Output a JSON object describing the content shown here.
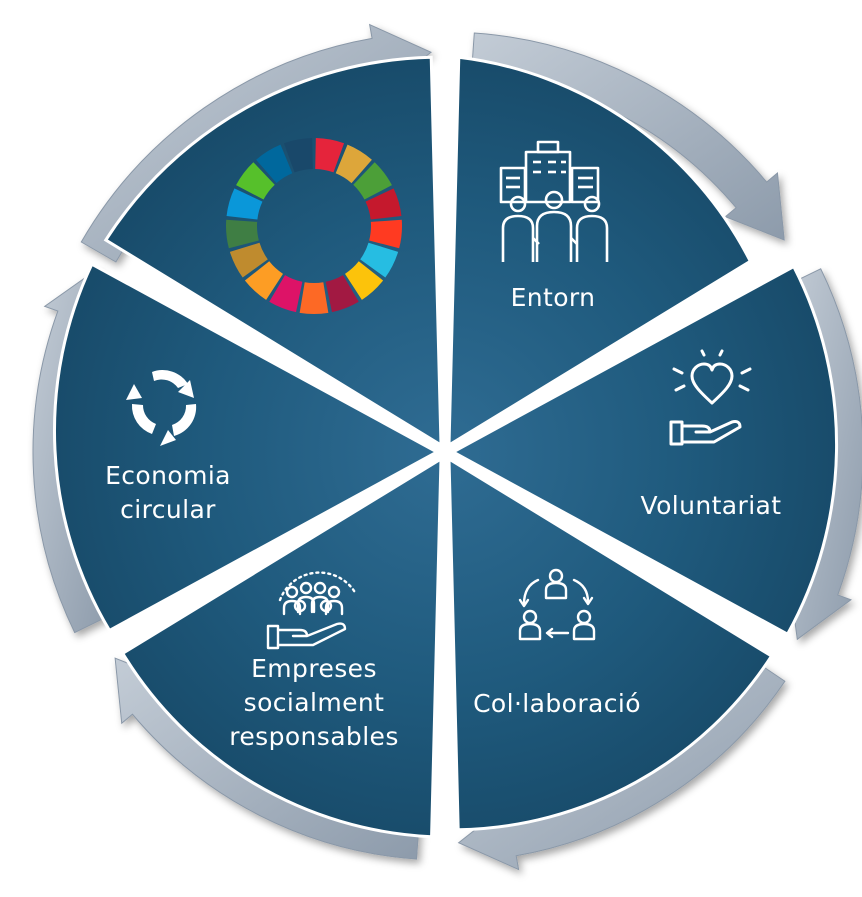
{
  "segments": [
    {
      "id": "sdg",
      "lines": [],
      "icon": "sdg-wheel-icon"
    },
    {
      "id": "entorn",
      "lines": [
        "Entorn"
      ],
      "icon": "city-people-icon"
    },
    {
      "id": "voluntariat",
      "lines": [
        "Voluntariat"
      ],
      "icon": "heart-hand-icon"
    },
    {
      "id": "collaboracio",
      "lines": [
        "Col·laboració"
      ],
      "icon": "collaboration-cycle-icon"
    },
    {
      "id": "empreses",
      "lines": [
        "Empreses",
        "socialment",
        "responsables"
      ],
      "icon": "group-hand-icon"
    },
    {
      "id": "economia",
      "lines": [
        "Economia",
        "circular"
      ],
      "icon": "recycle-arrows-icon"
    }
  ],
  "colors": {
    "segment_fill": "#1d5577",
    "segment_light": "#3a7ca4",
    "arrow": "#a7b4c2",
    "arrow_dark": "#7f8ea0",
    "sdg_wheel": [
      "#e5243b",
      "#dda63a",
      "#4c9f38",
      "#c5192d",
      "#ff3a21",
      "#26bde2",
      "#fcc30b",
      "#a21942",
      "#fd6925",
      "#dd1367",
      "#fd9d24",
      "#bf8b2e",
      "#3f7e44",
      "#0a97d9",
      "#56c02b",
      "#00689d",
      "#19486a",
      "#e5243b",
      "#dda63a",
      "#4c9f38",
      "#c5192d",
      "#ff3a21",
      "#26bde2",
      "#fcc30b",
      "#a21942",
      "#fd6925"
    ]
  }
}
